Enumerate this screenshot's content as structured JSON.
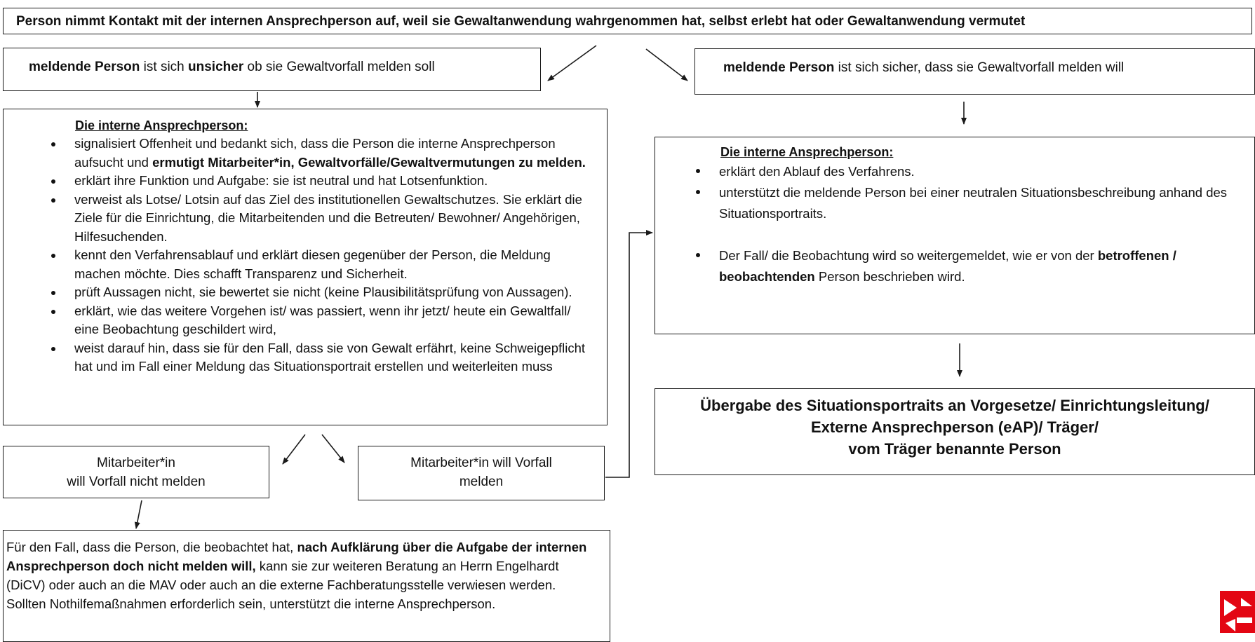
{
  "top_box": {
    "text": "Person nimmt Kontakt mit der internen Ansprechperson auf, weil sie Gewaltanwendung wahrgenommen hat, selbst erlebt hat oder Gewaltanwendung vermutet"
  },
  "unsure_box": {
    "part1": "meldende Person",
    "part2": " ist sich ",
    "part3": "unsicher",
    "part4": " ob sie Gewaltvorfall melden soll"
  },
  "sure_box": {
    "part1": "meldende Person",
    "part2": " ist sich sicher, dass sie Gewaltvorfall melden will"
  },
  "left_info": {
    "heading": "Die interne Ansprechperson:",
    "b1_a": "signalisiert Offenheit und bedankt sich, dass die Person die interne Ansprechperson aufsucht und ",
    "b1_b": "ermutigt Mitarbeiter*in, Gewaltvorfälle/Gewaltvermutungen zu melden.",
    "b2": "erklärt ihre Funktion und Aufgabe: sie ist neutral und hat Lotsenfunktion.",
    "b3": "verweist als Lotse/ Lotsin auf das Ziel des institutionellen Gewaltschutzes. Sie erklärt die Ziele für die Einrichtung, die Mitarbeitenden und die Betreuten/ Bewohner/ Angehörigen, Hilfesuchenden.",
    "b4": "kennt den Verfahrensablauf und erklärt diesen gegenüber der Person, die Meldung machen möchte. Dies schafft Transparenz und Sicherheit.",
    "b5": "prüft Aussagen nicht, sie bewertet sie nicht (keine Plausibilitätsprüfung von Aussagen).",
    "b6": "erklärt, wie das weitere Vorgehen ist/ was passiert, wenn ihr jetzt/ heute ein Gewaltfall/ eine Beobachtung geschildert wird,",
    "b7": "weist darauf hin, dass sie für den Fall, dass sie von Gewalt erfährt, keine Schweigepflicht hat und im Fall einer Meldung das Situationsportrait erstellen und weiterleiten muss"
  },
  "right_info": {
    "heading": "Die interne Ansprechperson:",
    "b1": "erklärt den Ablauf des Verfahrens.",
    "b2": "unterstützt die meldende Person bei einer neutralen Situationsbeschreibung anhand des Situationsportraits.",
    "b3_a": "Der Fall/ die Beobachtung wird so weitergemeldet, wie er von der ",
    "b3_b": "betroffenen / beobachtenden",
    "b3_c": " Person beschrieben wird."
  },
  "no_report_box": {
    "line1": "Mitarbeiter*in",
    "line2": "will Vorfall nicht melden"
  },
  "report_box": {
    "text": "Mitarbeiter*in will Vorfall melden"
  },
  "handover_box": {
    "line1": "Übergabe des Situationsportraits an Vorgesetze/ Einrichtungsleitung/",
    "line2": "Externe Ansprechperson (eAP)/ Träger/",
    "line3": "vom Träger benannte Person"
  },
  "bottom_box": {
    "a": " Für den Fall, dass die Person, die beobachtet hat, ",
    "b": "nach Aufklärung über die Aufgabe der internen Ansprechperson doch nicht melden will,",
    "c": " kann sie zur weiteren Beratung an Herrn Engelhardt (DiCV) oder auch an die MAV oder auch an die externe Fachberatungsstelle verwiesen werden. Sollten Nothilfemaßnahmen erforderlich sein, unterstützt die interne Ansprechperson."
  },
  "colors": {
    "logo_red": "#e30613",
    "border": "#1a1a1a"
  }
}
